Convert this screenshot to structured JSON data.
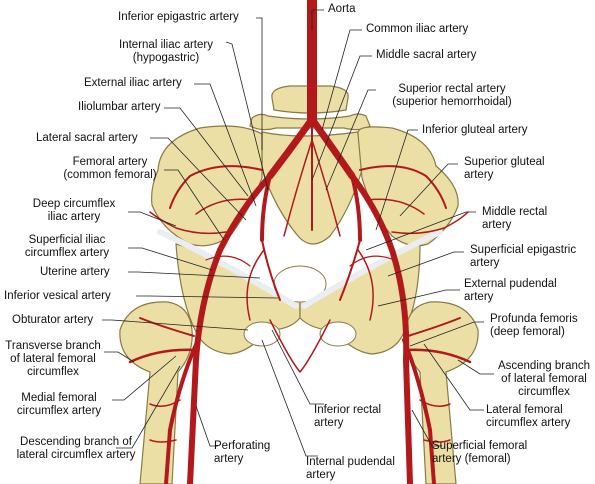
{
  "labels": {
    "inferior_epigastric": "Inferior epigastric artery",
    "aorta": "Aorta",
    "common_iliac": "Common iliac artery",
    "internal_iliac": [
      "Internal iliac artery",
      "(hypogastric)"
    ],
    "middle_sacral": "Middle sacral artery",
    "external_iliac": "External iliac artery",
    "superior_rectal": [
      "Superior rectal artery",
      "(superior hemorrhoidal)"
    ],
    "iliolumbar": "Iliolumbar artery",
    "inferior_gluteal": "Inferior gluteal artery",
    "lateral_sacral": "Lateral sacral artery",
    "superior_gluteal": [
      "Superior gluteal",
      "artery"
    ],
    "femoral": [
      "Femoral artery",
      "(common femoral)"
    ],
    "deep_circumflex_iliac": [
      "Deep circumflex",
      "iliac artery"
    ],
    "middle_rectal": [
      "Middle rectal",
      "artery"
    ],
    "superficial_iliac_circumflex": [
      "Superficial iliac",
      "circumflex artery"
    ],
    "superficial_epigastric": [
      "Superficial epigastric",
      "artery"
    ],
    "uterine": "Uterine artery",
    "external_pudendal": [
      "External pudendal",
      "artery"
    ],
    "inferior_vesical": "Inferior vesical artery",
    "obturator": "Obturator artery",
    "profunda_femoris": [
      "Profunda femoris",
      "(deep femoral)"
    ],
    "transverse_branch": [
      "Transverse branch",
      "of lateral femoral",
      "circumflex"
    ],
    "ascending_branch": [
      "Ascending branch",
      "of lateral femoral",
      "circumflex"
    ],
    "medial_femoral_circumflex": [
      "Medial femoral",
      "circumflex artery"
    ],
    "inferior_rectal": [
      "Inferior rectal",
      "artery"
    ],
    "lateral_femoral_circumflex": [
      "Lateral femoral",
      "circumflex artery"
    ],
    "descending_branch": [
      "Descending branch of",
      "lateral circumflex artery"
    ],
    "perforating": [
      "Perforating",
      "artery"
    ],
    "internal_pudendal": [
      "Internal pudendal",
      "artery"
    ],
    "superficial_femoral": [
      "Superficial femoral",
      "artery (femoral)"
    ]
  },
  "colors": {
    "bone": "#ecdfa6",
    "bone_shade": "#c9b877",
    "bone_outline": "#8a7a45",
    "artery": "#b3191b",
    "artery_dark": "#7c0d0f",
    "ligament": "#e8eef2",
    "leader": "#222222"
  }
}
